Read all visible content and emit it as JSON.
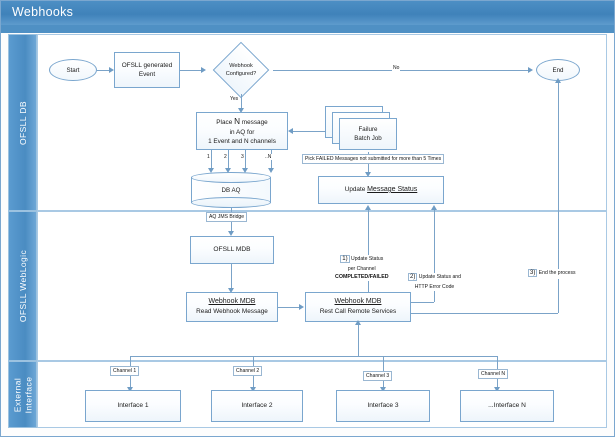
{
  "window": {
    "title": "Webhooks"
  },
  "lanes": [
    {
      "id": "ofsll-db",
      "label": "OFSLL DB"
    },
    {
      "id": "ofsll-weblogic",
      "label": "OFSLL WebLogic"
    },
    {
      "id": "external",
      "label": "External\nInterface"
    }
  ],
  "nodes": {
    "start": {
      "label": "Start"
    },
    "end": {
      "label": "End"
    },
    "event": {
      "line1": "OFSLL generated",
      "line2": "Event"
    },
    "decision": {
      "line1": "Webhook",
      "line2": "Configured?"
    },
    "place_msg": {
      "line1_a": "Place ",
      "line1_b": "N",
      "line1_c": " message",
      "line2": "in AQ for",
      "line3": "1 Event and N channels"
    },
    "db_aq": {
      "label": "DB AQ"
    },
    "batch_job": {
      "line1": "Failure",
      "line2": "Batch Job"
    },
    "update_status": {
      "prefix": "Update ",
      "underlined": "Message Status"
    },
    "ofsll_mdb": {
      "label": "OFSLL MDB"
    },
    "webhook_mdb_read": {
      "title": "Webhook MDB",
      "subtitle": "Read Webhook Message"
    },
    "webhook_mdb_rest": {
      "title": "Webhook MDB",
      "subtitle": "Rest Call Remote Services"
    },
    "interfaces": [
      {
        "label": "Interface 1"
      },
      {
        "label": "Interface 2"
      },
      {
        "label": "Interface 3"
      },
      {
        "label": "...Interface N"
      }
    ]
  },
  "edge_labels": {
    "yes": "Yes",
    "no": "No",
    "aq_jms_bridge": "AQ JMS Bridge",
    "aq_counts": [
      "1",
      "2",
      "3",
      "..N"
    ],
    "channels": [
      "Channel 1",
      "Channel 2",
      "Channel 3",
      "Channel N"
    ]
  },
  "notes": {
    "batch_pick": "Pick FAILED Messages not submitted for more than 5 Times",
    "note1": {
      "num": "1)",
      "line1": " Update Status",
      "line2": "per Channel",
      "line3": "COMPLETED/FAILED"
    },
    "note2": {
      "num": "2)",
      "line1": " Update Status and",
      "line2": "HTTP Error Code"
    },
    "note3": {
      "num": "3)",
      "line1": " End the process"
    }
  },
  "colors": {
    "title_bar": "#4a8cc2",
    "lane_header": "#5b9bd0",
    "shape_border": "#7aa6ce",
    "connector": "#7ba3c8"
  }
}
